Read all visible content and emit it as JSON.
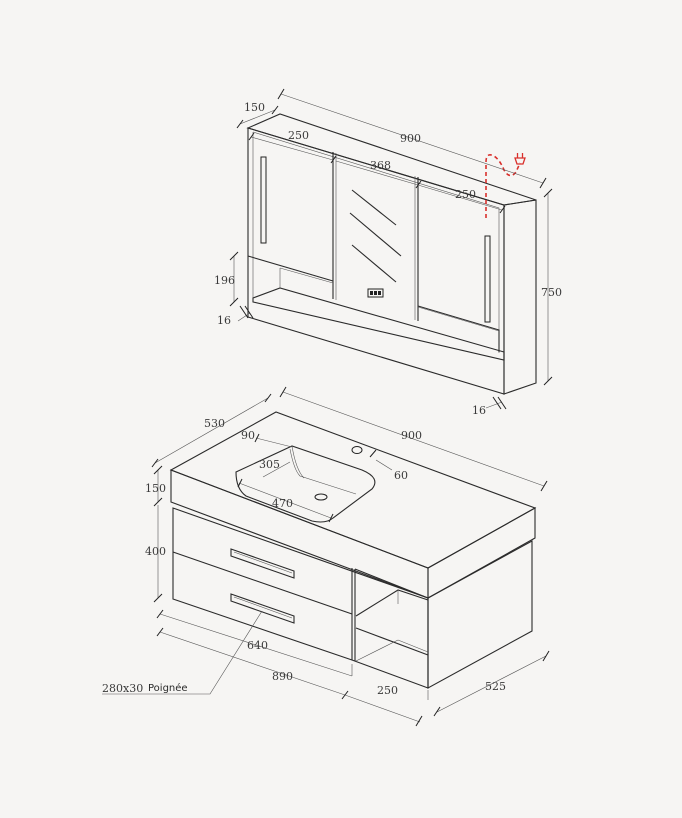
{
  "colors": {
    "background": "#f6f5f3",
    "line": "#2b2b2b",
    "power_cable": "#d9302c"
  },
  "icons": {
    "power_plug": "plug-icon"
  },
  "mirror_cabinet": {
    "depth": "150",
    "width": "900",
    "left_door": "250",
    "center_door": "368",
    "right_door": "250",
    "height": "750",
    "shelf_height": "196",
    "panel_left": "16",
    "panel_bottom": "16"
  },
  "vanity": {
    "depth": "530",
    "width": "900",
    "basin_offset": "90",
    "basin_depth": "305",
    "faucet_hole": "60",
    "basin_width": "470",
    "top_thickness": "150",
    "drawer_height": "400",
    "drawer_width": "640",
    "cabinet_width": "890",
    "shelf_width": "250",
    "cabinet_depth": "525",
    "handle_size": "280x30",
    "handle_label": "Poignée"
  }
}
